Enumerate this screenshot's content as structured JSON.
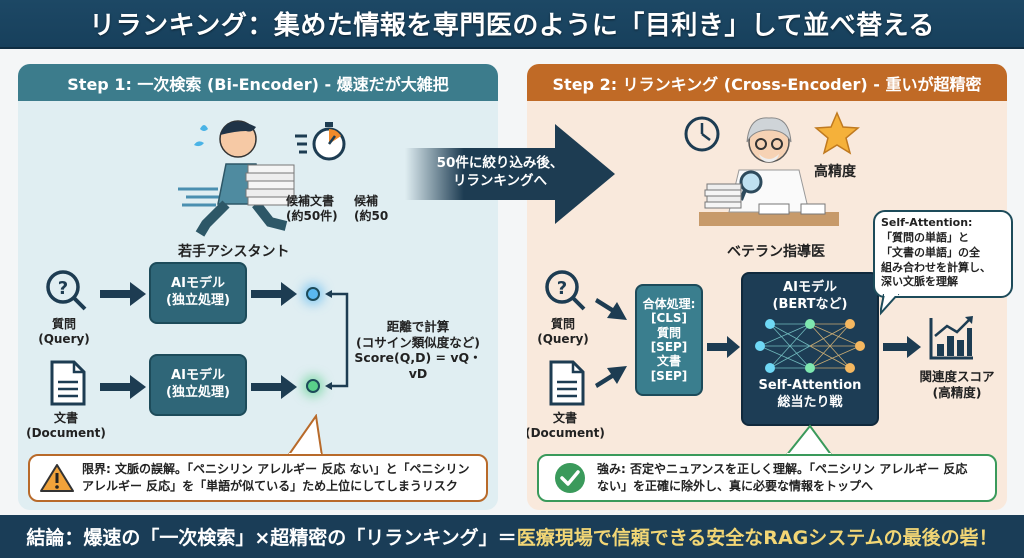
{
  "title": "リランキング：集めた情報を専門医のように「目利き」して並べ替える",
  "step1": {
    "header": "Step 1: 一次検索 (Bi-Encoder) - 爆速だが大雑把",
    "character_label": "若手アシスタント",
    "candidates_label_1": "候補文書",
    "candidates_count_1": "(約50件)",
    "candidates_label_2": "候補",
    "candidates_count_2": "(約50",
    "query_label": "質問",
    "query_sub": "(Query)",
    "doc_label": "文書",
    "doc_sub": "(Document)",
    "model_label": "AIモデル",
    "model_sub": "(独立処理)",
    "distance_title": "距離で計算",
    "distance_sub": "(コサイン類似度など)",
    "score_formula": "Score(Q,D) = vQ・vD",
    "limitation": "限界: 文脈の誤解。「ペニシリン アレルギー 反応 ない」と「ペニシリン アレルギー 反応」を「単語が似ている」ため上位にしてしまうリスク"
  },
  "transition": {
    "line1": "50件に絞り込み後、",
    "line2": "リランキングへ"
  },
  "step2": {
    "header": "Step 2: リランキング (Cross-Encoder) - 重いが超精密",
    "character_label": "ベテラン指導医",
    "precision_label": "高精度",
    "query_label": "質問",
    "query_sub": "(Query)",
    "doc_label": "文書",
    "doc_sub": "(Document)",
    "concat_lines": [
      "合体処理:",
      "[CLS]",
      "質問",
      "[SEP]",
      "文書",
      "[SEP]"
    ],
    "model_label": "AIモデル",
    "model_sub": "(BERTなど)",
    "attention_label": "Self-Attention",
    "attention_sub": "総当たり戦",
    "bubble_lines": [
      "Self-Attention:",
      "「質問の単語」と",
      "「文書の単語」の全",
      "組み合わせを計算し、",
      "深い文脈を理解"
    ],
    "score_label": "関連度スコア",
    "score_sub": "(高精度)",
    "strength": "強み: 否定やニュアンスを正しく理解。「ペニシリン アレルギー 反応 ない」を正確に除外し、真に必要な情報をトップへ"
  },
  "conclusion": {
    "part1": "結論：爆速の「一次検索」×超精密の「リランキング」＝",
    "part2": "医療現場で信頼できる安全なRAGシステムの最後の砦！"
  },
  "colors": {
    "navy": "#1a3d57",
    "teal": "#3c7c8c",
    "orange": "#c06a26",
    "highlight": "#f2d675",
    "warning": "#f0a23a",
    "success": "#3a9a5b"
  }
}
